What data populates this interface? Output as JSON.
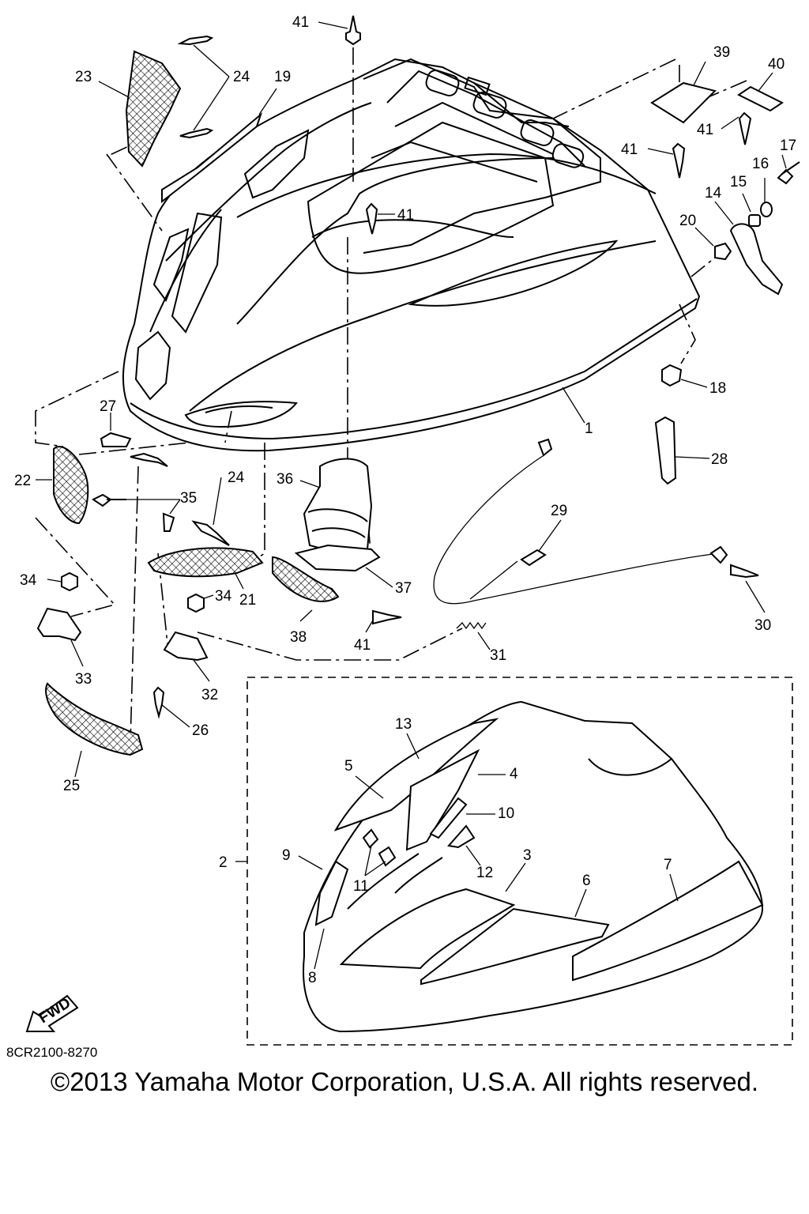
{
  "diagram": {
    "callouts": [
      {
        "label": "41"
      },
      {
        "label": "39"
      },
      {
        "label": "40"
      },
      {
        "label": "23"
      },
      {
        "label": "24"
      },
      {
        "label": "19"
      },
      {
        "label": "41"
      },
      {
        "label": "41"
      },
      {
        "label": "17"
      },
      {
        "label": "16"
      },
      {
        "label": "15"
      },
      {
        "label": "14"
      },
      {
        "label": "41"
      },
      {
        "label": "20"
      },
      {
        "label": "18"
      },
      {
        "label": "27"
      },
      {
        "label": "1"
      },
      {
        "label": "28"
      },
      {
        "label": "22"
      },
      {
        "label": "24"
      },
      {
        "label": "36"
      },
      {
        "label": "35"
      },
      {
        "label": "29"
      },
      {
        "label": "34"
      },
      {
        "label": "34"
      },
      {
        "label": "21"
      },
      {
        "label": "37"
      },
      {
        "label": "30"
      },
      {
        "label": "38"
      },
      {
        "label": "41"
      },
      {
        "label": "33"
      },
      {
        "label": "31"
      },
      {
        "label": "32"
      },
      {
        "label": "26"
      },
      {
        "label": "25"
      },
      {
        "label": "13"
      },
      {
        "label": "5"
      },
      {
        "label": "4"
      },
      {
        "label": "10"
      },
      {
        "label": "3"
      },
      {
        "label": "9"
      },
      {
        "label": "12"
      },
      {
        "label": "6"
      },
      {
        "label": "7"
      },
      {
        "label": "2"
      },
      {
        "label": "11"
      },
      {
        "label": "8"
      }
    ],
    "fwd_label": "FWD",
    "part_code": "8CR2100-8270"
  },
  "footer": {
    "copyright": "©2013 Yamaha Motor Corporation, U.S.A. All rights reserved."
  }
}
